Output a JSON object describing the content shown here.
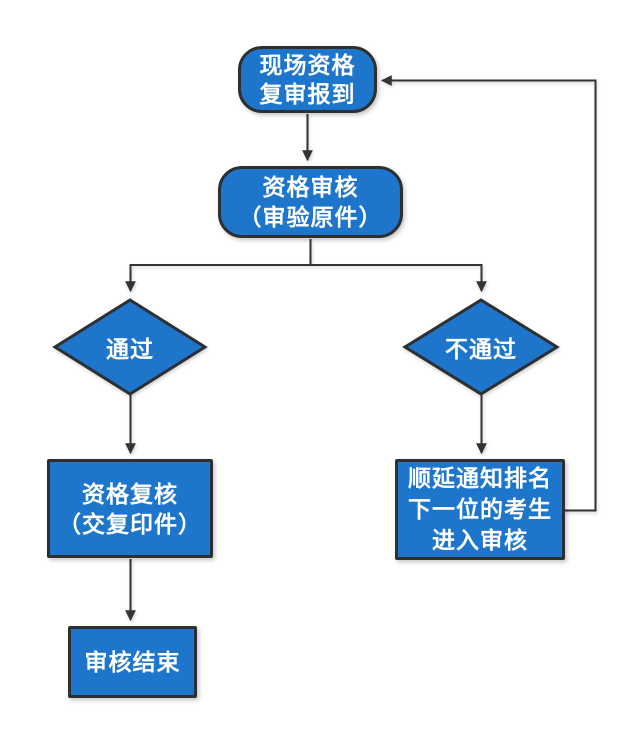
{
  "diagram": {
    "type": "flowchart",
    "background": "#FFFFFF",
    "colors": {
      "node_fill": "#1E76CC",
      "node_border": "#2E2F31",
      "connector": "#333333",
      "label_text": "#FFFFFF"
    },
    "nodes": {
      "checkin": {
        "shape": "rounded",
        "lines": [
          "现场资格",
          "复审报到"
        ]
      },
      "review": {
        "shape": "rounded",
        "lines": [
          "资格审核",
          "（审验原件）"
        ]
      },
      "pass": {
        "shape": "diamond",
        "lines": [
          "通过"
        ]
      },
      "fail": {
        "shape": "diamond",
        "lines": [
          "不通过"
        ]
      },
      "recheck": {
        "shape": "rect",
        "lines": [
          "资格复核",
          "（交复印件）"
        ]
      },
      "next_candidate": {
        "shape": "rect",
        "lines": [
          "顺延通知排名",
          "下一位的考生",
          "进入审核"
        ]
      },
      "end": {
        "shape": "rect",
        "lines": [
          "审核结束"
        ]
      }
    },
    "edges": [
      {
        "from": "checkin",
        "to": "review"
      },
      {
        "from": "review",
        "to": "pass"
      },
      {
        "from": "review",
        "to": "fail"
      },
      {
        "from": "pass",
        "to": "recheck"
      },
      {
        "from": "fail",
        "to": "next_candidate"
      },
      {
        "from": "recheck",
        "to": "end"
      },
      {
        "from": "next_candidate",
        "to": "checkin",
        "kind": "feedback"
      }
    ]
  }
}
